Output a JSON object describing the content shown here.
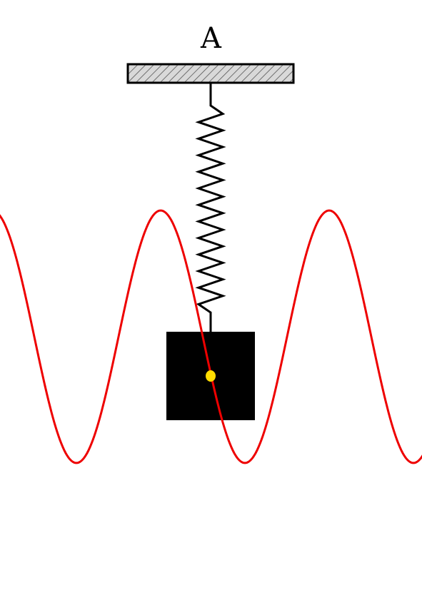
{
  "diagram": {
    "support_label": "A",
    "colors": {
      "background": "#ffffff",
      "support_fill": "#d9d9d9",
      "outline": "#000000",
      "spring": "#000000",
      "mass": "#000000",
      "center_dot": "#ffdd00",
      "wave": "#ee0000"
    },
    "spring_coils": 12,
    "wave_cycles": 2.5
  }
}
